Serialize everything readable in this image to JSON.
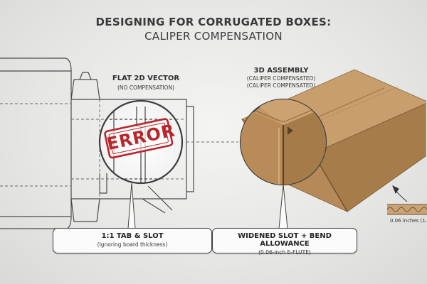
{
  "title": {
    "line1": "DESIGNING FOR CORRUGATED BOXES:",
    "line2": "CALIPER COMPENSATION"
  },
  "flat": {
    "heading": "FLAT 2D VECTOR",
    "subheading": "(NO COMPENSATION)",
    "stamp": "ERROR",
    "callout_title": "1:1 TAB & SLOT",
    "callout_sub": "(Ignoring board thickness)"
  },
  "assembly": {
    "heading": "3D ASSEMBLY",
    "subheading_1": "(CALIPER COMPENSATED)",
    "subheading_2": "(CALIPER COMPENSATED)",
    "callout_title": "WIDENED SLOT + BEND ALLOWANCE",
    "callout_sub": "(0.06-inch E-FLUTE)",
    "thickness_label": "0.06 inches (1."
  },
  "colors": {
    "background": "#e6e6e5",
    "cardboard_top": "#c89e6c",
    "cardboard_side": "#b68a58",
    "cardboard_front": "#a77c4b",
    "stamp_red": "#b8262c",
    "line": "#4a4a4a"
  }
}
